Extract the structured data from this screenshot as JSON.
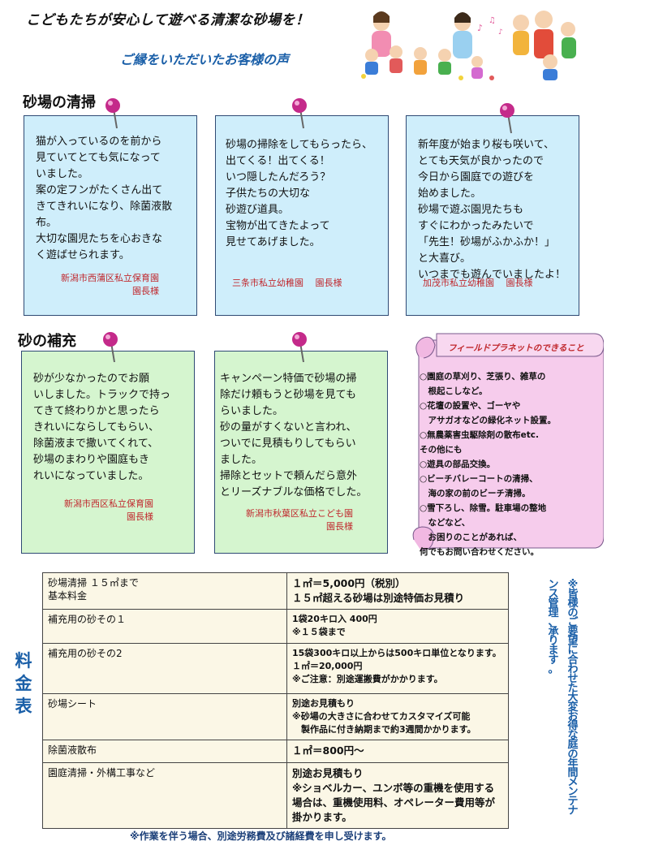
{
  "header": {
    "headline": "こどもたちが安心して遊べる清潔な砂場を！",
    "subtitle": "ご縁をいただいたお客様の声"
  },
  "sections": {
    "cleaning": "砂場の清掃",
    "refill": "砂の補充"
  },
  "notes": [
    {
      "text": "猫が入っているのを前から\n見ていてとても気になって\nいました。\n案の定フンがたくさん出て\nきてきれいになり、除菌液散\n布。\n大切な園児たちを心おきな\nく遊ばせられます。",
      "signature": "新潟市西蒲区私立保育園\n園長様"
    },
    {
      "text": "砂場の掃除をしてもらったら、\n出てくる！出てくる！\nいつ隠したんだろう？\n子供たちの大切な\n砂遊び道具。\n宝物が出てきたよって\n見せてあげました。",
      "signature": "三条市私立幼稚園　 園長様"
    },
    {
      "text": "新年度が始まり桜も咲いて、\nとても天気が良かったので\n今日から園庭での遊びを\n始めました。\n砂場で遊ぶ園児たちも\nすぐにわかったみたいで\n「先生！砂場がふかふか！」\nと大喜び。\nいつまでも遊んでいましたよ！",
      "signature": "加茂市私立幼稚園　 園長様"
    },
    {
      "text": "砂が少なかったのでお願\nいしました。トラックで持っ\nてきて終わりかと思ったら\nきれいにならしてもらい、\n除菌液まで撒いてくれて、\n砂場のまわりや園庭もき\nれいになっていました。",
      "signature": "新潟市西区私立保育園\n園長様"
    },
    {
      "text": "キャンペーン特価で砂場の掃\n除だけ頼もうと砂場を見ても\nらいました。\n砂の量がすくないと言われ、\nついでに見積もりしてもらい\nました。\n掃除とセットで頼んだら意外\nとリーズナブルな価格でした。",
      "signature": "新潟市秋葉区私立こども園\n園長様"
    }
  ],
  "services": {
    "title": "フィールドプラネットのできること",
    "body": "○園庭の草刈り、芝張り、雑草の\n　根起こしなど。\n○花壇の設置や、ゴーヤや\n　アサガオなどの緑化ネット設置。\n○無農薬害虫駆除剤の散布etc.\nその他にも\n○遊具の部品交換。\n○ビーチバレーコートの清掃、\n　海の家の前のビーチ清掃。\n○雪下ろし、除雪。駐車場の整地\n　などなど、\n　お困りのことがあれば、\n何でもお問い合わせください。"
  },
  "pricing": {
    "label": "料金表",
    "rows": [
      {
        "item": "砂場清掃 １５㎡まで\n基本料金",
        "value": "１㎡＝5,000円（税別）\n１５㎡超える砂場は別途特価お見積り"
      },
      {
        "item": "補充用の砂その１",
        "value": "1袋20キロ入 400円\n※１５袋まで"
      },
      {
        "item": "補充用の砂その2",
        "value": "15袋300キロ以上からは500キロ単位となります。 １㎡＝20,000円\n※ご注意：別途運搬費がかかります。"
      },
      {
        "item": "砂場シート",
        "value": "別途お見積もり\n※砂場の大きさに合わせてカスタマイズ可能\n　製作品に付き納期まで約3週間かかります。"
      },
      {
        "item": "除菌液散布",
        "value": "１㎡＝800円～"
      },
      {
        "item": "園庭清掃・外構工事など",
        "value": "別途お見積もり\n※ショベルカー、ユンボ等の重機を使用する場合は、重機使用料、オペレーター費用等が掛かります。"
      }
    ],
    "side_note": "※皆様のご要望に合わせた大変お得な庭の年間メンテナンス管理、承ります。",
    "footnote": "※作業を伴う場合、別途労務費及び諸経費を申し受けます。"
  },
  "colors": {
    "accent_blue": "#1a5fa8",
    "signature_red": "#c0282d",
    "note_blue": "#cfeefb",
    "note_green": "#d5f5cf",
    "banner_pink": "#f6ccec"
  }
}
